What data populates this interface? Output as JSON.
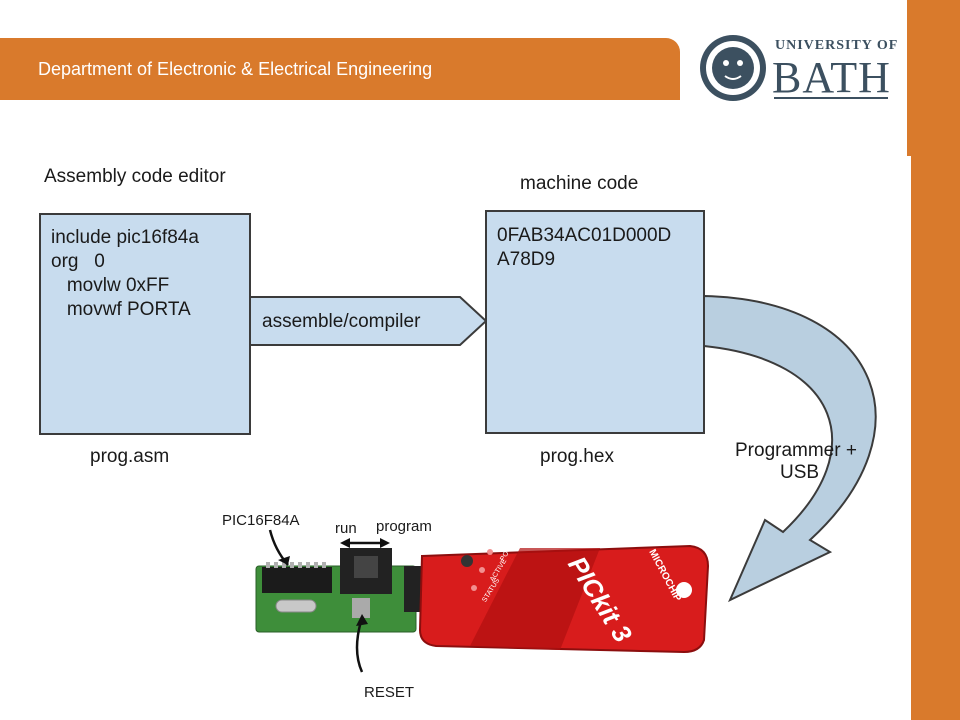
{
  "header": {
    "department": "Department of Electronic & Electrical Engineering"
  },
  "logo": {
    "line1": "UNIVERSITY OF",
    "line2": "BATH"
  },
  "editor": {
    "title": "Assembly code editor",
    "code": [
      "include pic16f84a",
      "org   0",
      "   movlw 0xFF",
      "   movwf PORTA"
    ],
    "filename": "prog.asm"
  },
  "arrow": {
    "label": "assemble/compiler"
  },
  "machine": {
    "title": "machine code",
    "code": [
      "0FAB34AC01D000D",
      "A78D9"
    ],
    "filename": "prog.hex"
  },
  "programmer": {
    "label_line1": "Programmer +",
    "label_line2": "USB"
  },
  "photo": {
    "chip_label": "PIC16F84A",
    "run_label": "run",
    "program_label": "program",
    "reset_label": "RESET",
    "led_labels": [
      "POWER",
      "ACTIVE",
      "STATUS"
    ],
    "brand": "MICROCHIP",
    "product": "PICkit 3"
  },
  "colors": {
    "accent": "#d97a2c",
    "box_fill": "#c8dcee",
    "pickit_red": "#d81c1c"
  }
}
